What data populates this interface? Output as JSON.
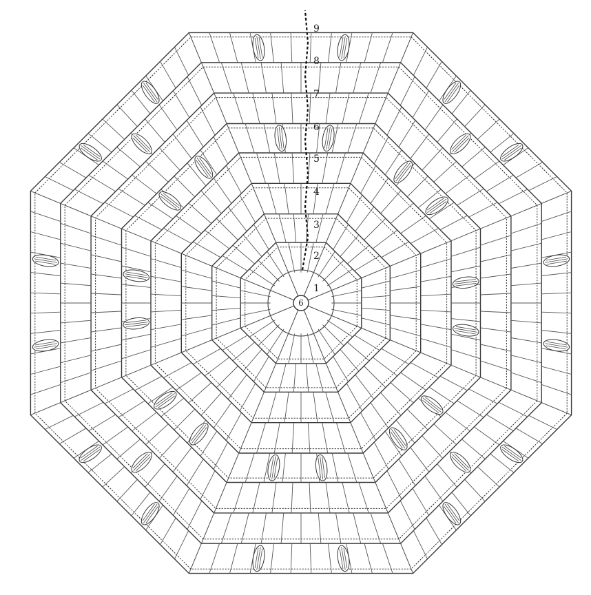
{
  "diagram": {
    "center_label": "6",
    "round_labels": [
      "1",
      "2",
      "3",
      "4",
      "5",
      "6",
      "7",
      "8",
      "9"
    ],
    "colors": {
      "ink": "#333333",
      "background": "#ffffff"
    },
    "icons": {
      "bobble": "puff-stitch-icon",
      "start": "magic-ring-icon"
    }
  }
}
